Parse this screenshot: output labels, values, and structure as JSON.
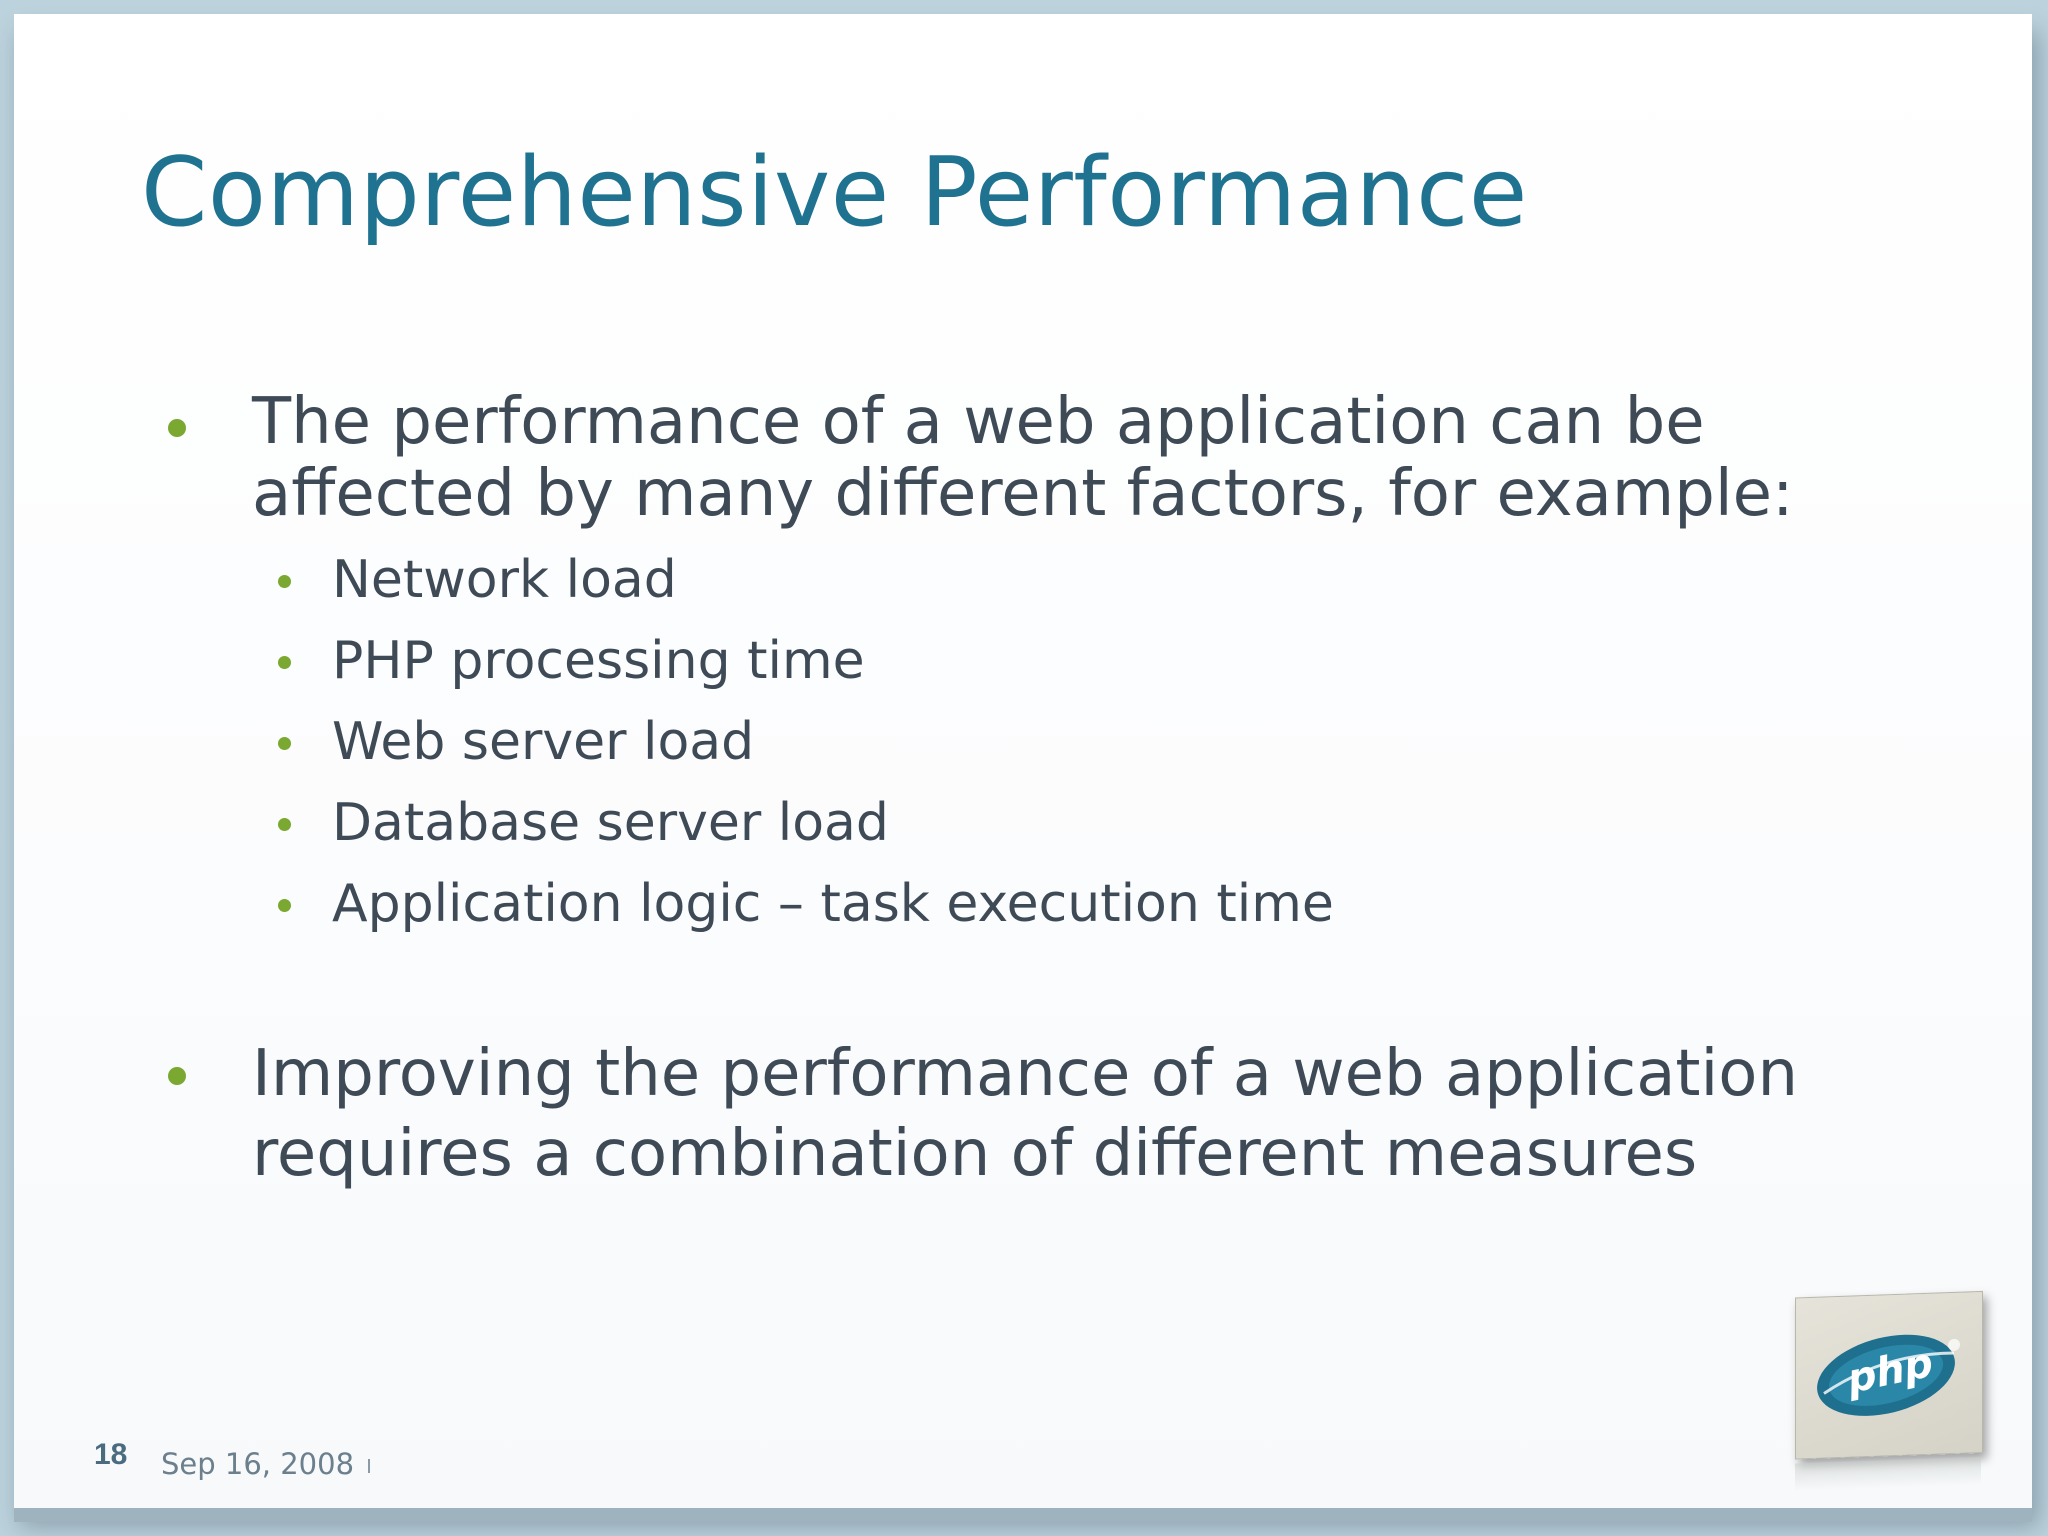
{
  "slide": {
    "title": "Comprehensive Performance",
    "bullets": [
      {
        "lines": [
          "The performance of a web application can be",
          "affected by many different factors, for example:"
        ],
        "sub_items": [
          "Network load",
          "PHP processing time",
          "Web server load",
          "Database server load",
          "Application logic – task execution time"
        ]
      },
      {
        "lines": [
          "Improving the performance of a web application",
          "requires a combination of different measures"
        ]
      }
    ],
    "footer": {
      "slide_number": "18",
      "date": "Sep 16, 2008"
    },
    "logo": {
      "text": "php",
      "icon": "zend-php-logo-icon"
    }
  },
  "colors": {
    "title": "#1f7391",
    "body_text": "#3f4a57",
    "bullet": "#7aa830",
    "frame": "#bcd2dd"
  }
}
